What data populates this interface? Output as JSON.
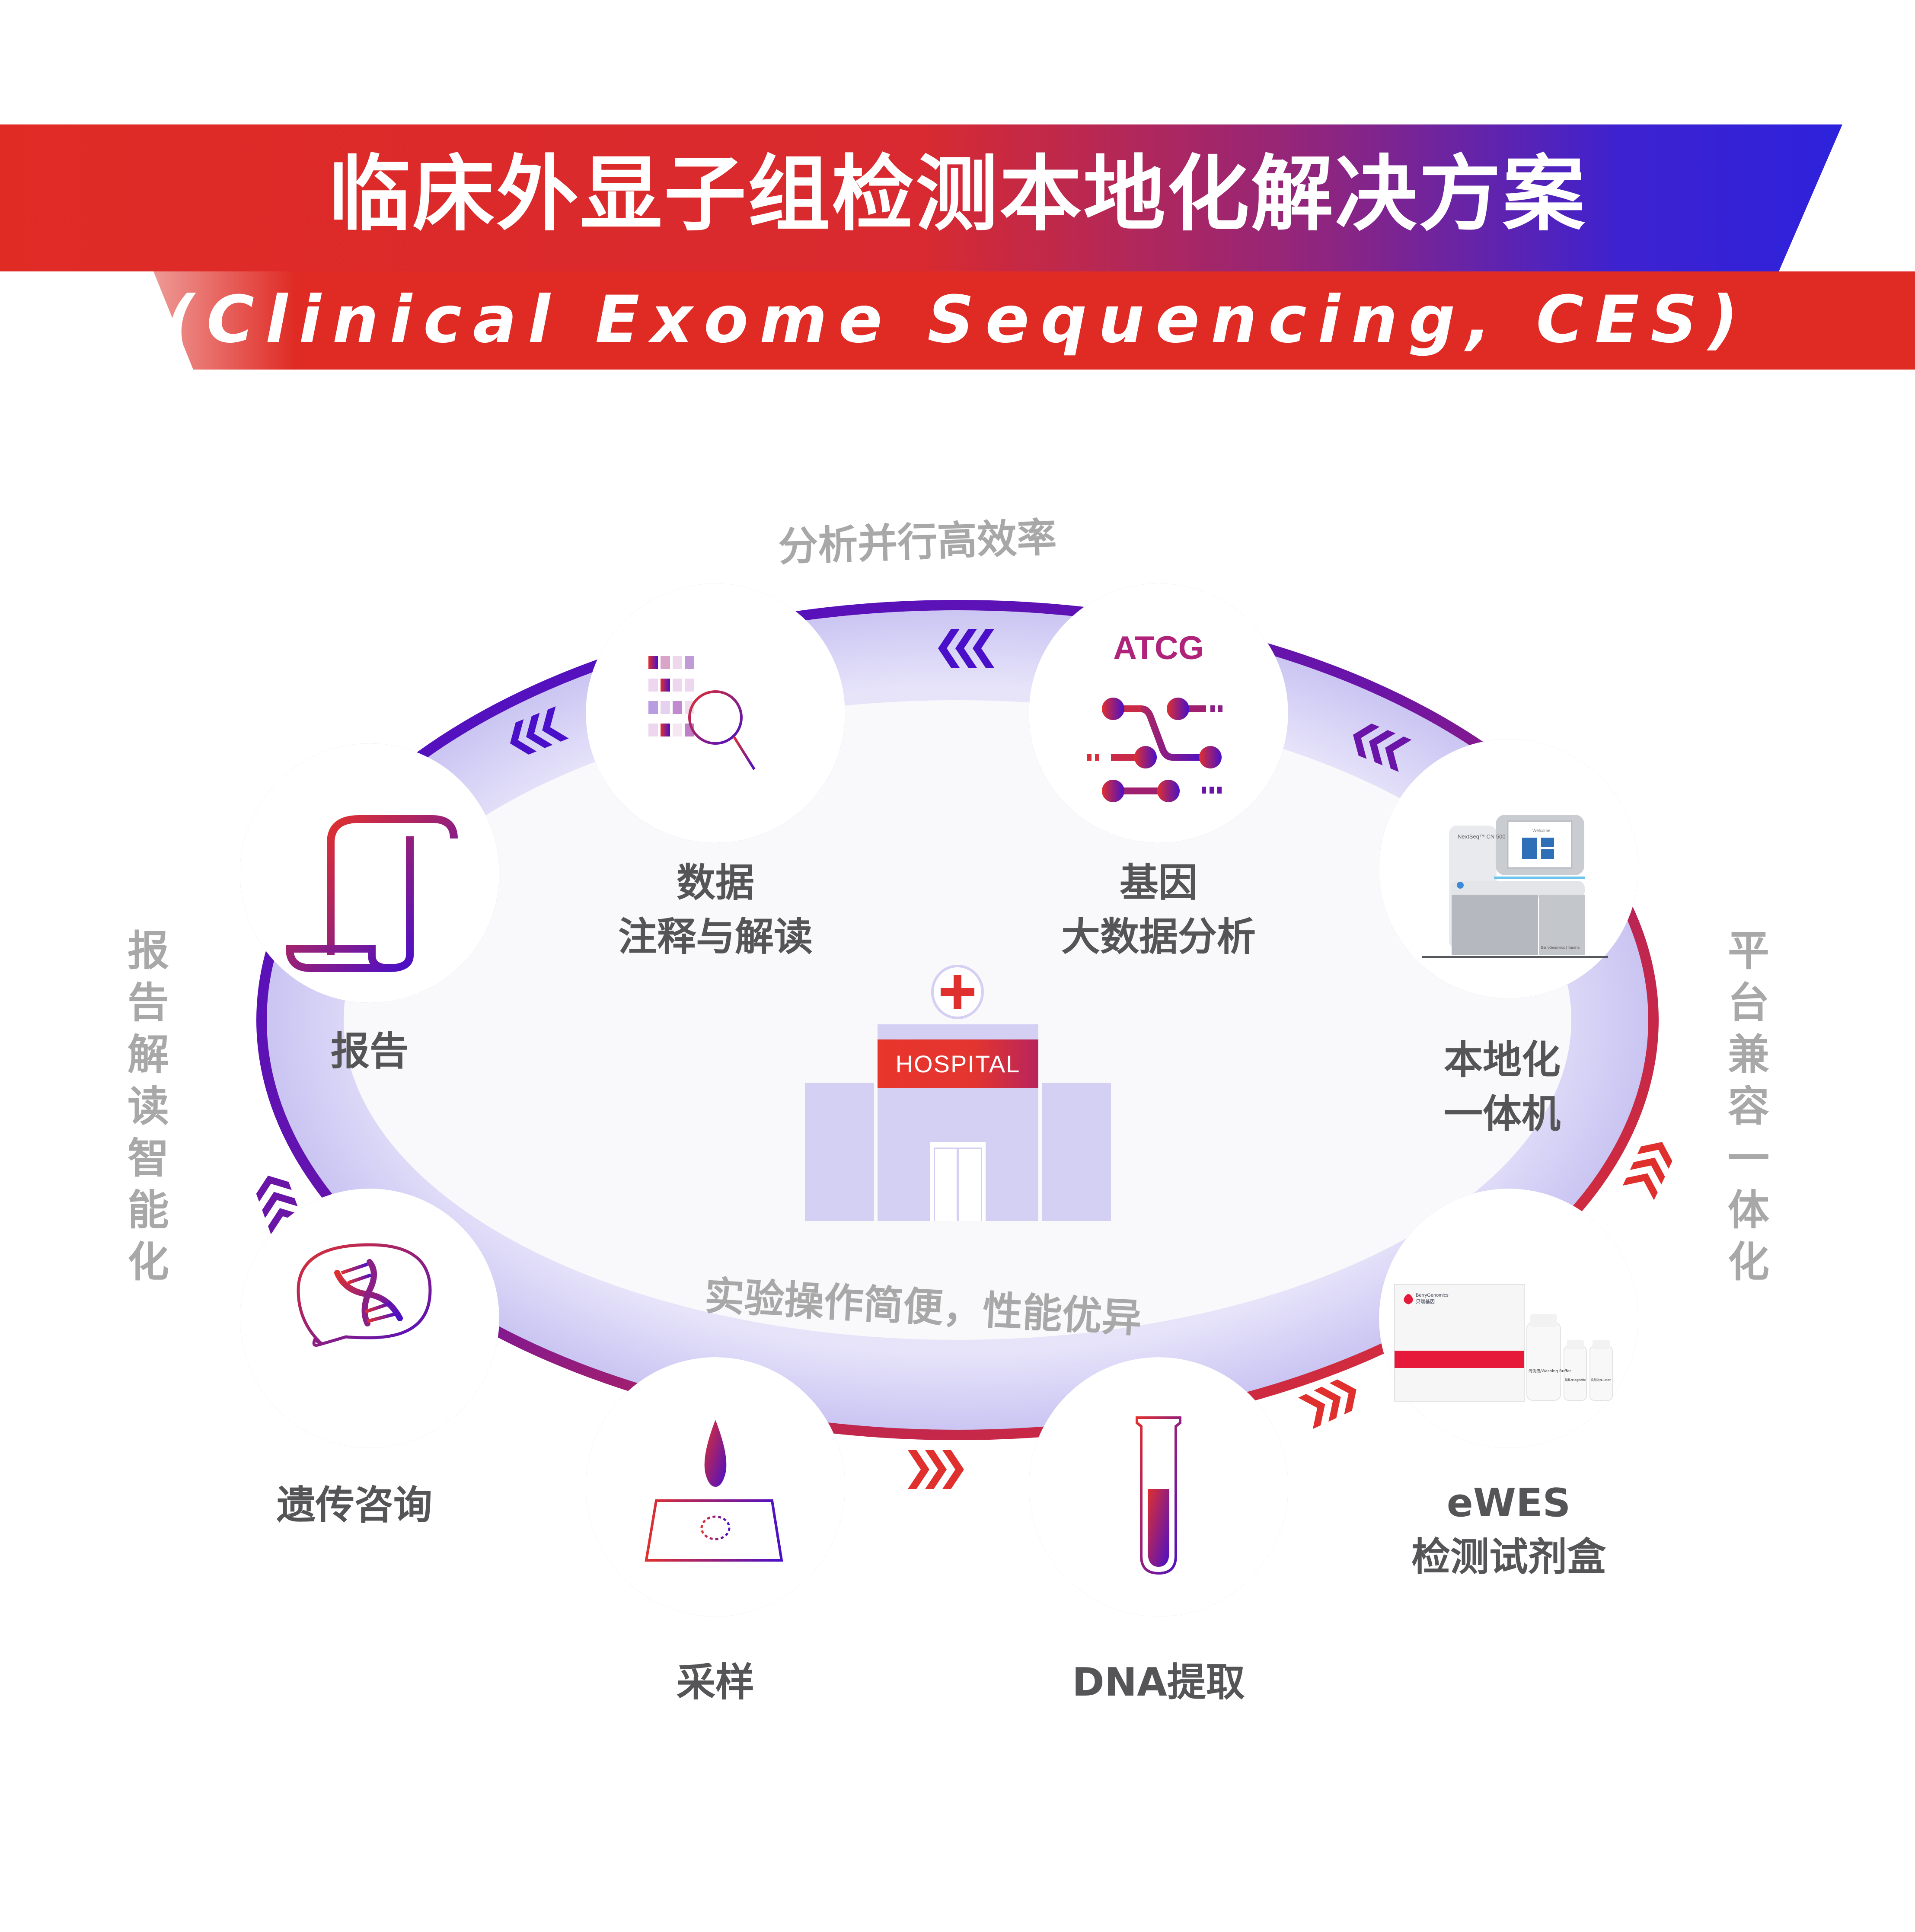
{
  "header": {
    "title": "临床外显子组检测本地化解决方案",
    "subtitle": "(Clinical Exome Sequencing, CES)"
  },
  "colors": {
    "brand_red": "#e02b25",
    "brand_blue": "#2e22dc",
    "purple": "#4a0fc8",
    "lavender": "#d4d0f4",
    "label_gray": "#555557",
    "caption_gray": "#a8a8a8"
  },
  "themes": {
    "top": "分析并行高效率",
    "left": "报告解读智能化",
    "right": "平台兼容一体化",
    "bottom": "实验操作简便，性能优异"
  },
  "center": {
    "icon": "hospital-icon",
    "sign": "HOSPITAL"
  },
  "steps": [
    {
      "id": "sampling",
      "label": "采样",
      "icon": "blood-drop-sample-icon"
    },
    {
      "id": "dna-extraction",
      "label": "DNA提取",
      "icon": "test-tube-icon"
    },
    {
      "id": "ewes-kit",
      "label": "eWES\n检测试剂盒",
      "icon": "reagent-kit-photo"
    },
    {
      "id": "local-machine",
      "label": "本地化\n一体机",
      "icon": "sequencer-photo"
    },
    {
      "id": "gene-analysis",
      "label": "基因\n大数据分析",
      "icon": "atcg-circuit-icon",
      "icon_text": "ATCG"
    },
    {
      "id": "data-annotation",
      "label": "数据\n注释与解读",
      "icon": "data-magnifier-icon"
    },
    {
      "id": "report",
      "label": "报告",
      "icon": "scroll-report-icon"
    },
    {
      "id": "counseling",
      "label": "遗传咨询",
      "icon": "dna-chat-icon"
    }
  ],
  "products": {
    "sequencer_model": "NextSeq™ CN 500",
    "sequencer_screen": "Welcome",
    "sequencer_brand": "BerryGenomics | illumina",
    "kit_brand_en": "BerryGenomics",
    "kit_brand_cn": "贝瑞基因",
    "kit_bottle_label": "清洗液/Washing Buffer",
    "kit_bottle_label2": "磁珠/Magnetic",
    "kit_bottle_label3": "洗脱液/Elution"
  }
}
